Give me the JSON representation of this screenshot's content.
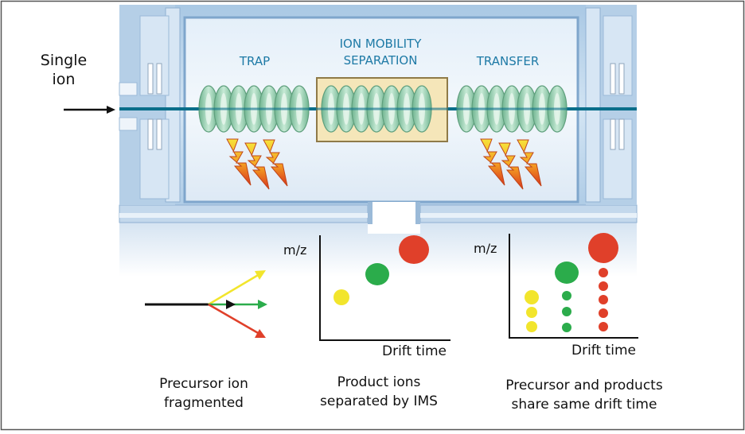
{
  "labels": {
    "single_ion_line1": "Single",
    "single_ion_line2": "ion",
    "trap": "TRAP",
    "ims_line1": "ION MOBILITY",
    "ims_line2": "SEPARATION",
    "transfer": "TRANSFER",
    "mz": "m/z",
    "drift_time": "Drift time",
    "caption1_line1": "Precursor ion",
    "caption1_line2": "fragmented",
    "caption2_line1": "Product ions",
    "caption2_line2": "separated by IMS",
    "caption3_line1": "Precursor and products",
    "caption3_line2": "share same drift time"
  },
  "colors": {
    "chamber": "#b9d3ea",
    "chamber_dark": "#7fa6cc",
    "ring": "#9fd0b4",
    "ring_edge": "#5f9f7d",
    "ims_box": "#f5e6b9",
    "axis_line": "#0a6e8a",
    "yellow": "#f2e52c",
    "green": "#2bac4b",
    "red": "#e0402a"
  },
  "icons": {
    "lightning": "lightning-bolt-icon",
    "arrow": "arrow-icon"
  }
}
